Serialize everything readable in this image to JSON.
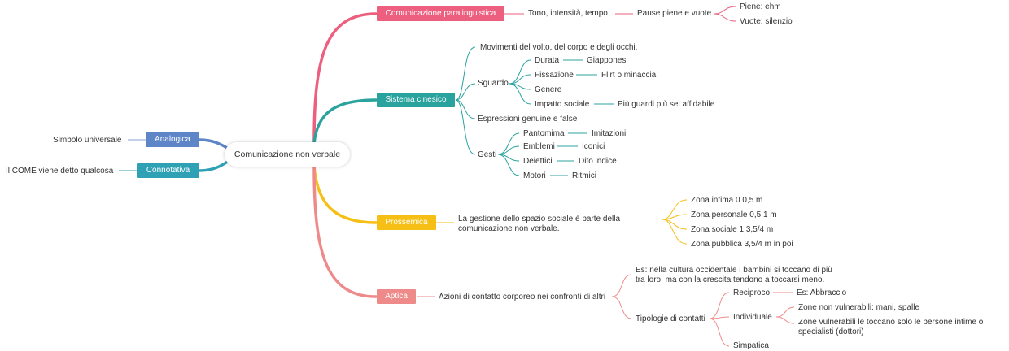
{
  "colors": {
    "paralinguistic": "#ec5f7e",
    "kinesic": "#2aa39f",
    "proxemic": "#f6bf15",
    "haptic": "#ef8a8a",
    "analogica": "#5d85c7",
    "connotativa": "#2fa1b5",
    "left_link": "#8aa0d6"
  },
  "root": {
    "label": "Comunicazione non verbale"
  },
  "left": {
    "analogica": {
      "label": "Analogica",
      "detail": "Simbolo universale"
    },
    "connotativa": {
      "label": "Connotativa",
      "detail": "Il COME viene detto qualcosa"
    }
  },
  "paralinguistica": {
    "label": "Comunicazione paralinguistica",
    "tono": "Tono, intensità, tempo.",
    "pause": "Pause piene e vuote",
    "piene": "Piene: ehm",
    "vuote": "Vuote: silenzio"
  },
  "cinesico": {
    "label": "Sistema cinesico",
    "movimenti": "Movimenti del volto, del corpo e degli occhi.",
    "sguardo": "Sguardo",
    "durata": "Durata",
    "giapponesi": "Giapponesi",
    "fissazione": "Fissazione",
    "flirt": "Flirt o minaccia",
    "genere": "Genere",
    "impatto": "Impatto sociale",
    "piu_guardi": "Più guardi più sei affidabile",
    "espressioni": "Espressioni genuine e false",
    "gesti": "Gesti",
    "pantomima": "Pantomima",
    "imitazioni": "Imitazioni",
    "emblemi": "Emblemi",
    "iconici": "Iconici",
    "deiettici": "Deiettici",
    "dito": "Dito indice",
    "motori": "Motori",
    "ritmici": "Ritmici"
  },
  "prossemica": {
    "label": "Prossemica",
    "desc_1": "La gestione dello spazio sociale è parte della",
    "desc_2": "comunicazione non verbale.",
    "intima": "Zona intima 0 0,5 m",
    "personale": "Zona personale 0,5 1 m",
    "sociale": "Zona sociale 1 3,5/4 m",
    "pubblica": "Zona pubblica 3,5/4 m in poi"
  },
  "aptica": {
    "label": "Aptica",
    "azioni": "Azioni di contatto corporeo nei confronti di altri",
    "es_1": "Es: nella cultura occidentale i bambini si toccano di più",
    "es_2": "tra loro, ma con la crescita tendono a toccarsi meno.",
    "tipologie": "Tipologie di contatti",
    "reciproco": "Reciproco",
    "abbraccio": "Es: Abbraccio",
    "individuale": "Individuale",
    "non_vulnerabili": "Zone non vulnerabili: mani, spalle",
    "vulnerabili_1": "Zone vulnerabili le toccano solo le persone intime o",
    "vulnerabili_2": "specialisti (dottori)",
    "simpatica": "Simpatica"
  }
}
